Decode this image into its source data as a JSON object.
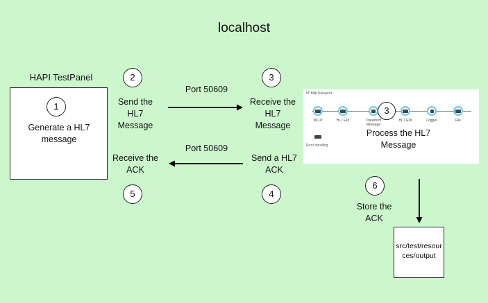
{
  "title": "localhost",
  "panel": {
    "heading": "HAPI TestPanel",
    "step": "1",
    "text": "Generate a HL7 message"
  },
  "send": {
    "step": "2",
    "text": "Send the HL7 Message",
    "port": "Port 50609"
  },
  "receive": {
    "step": "3",
    "text": "Receive the HL7 Message"
  },
  "flow": {
    "title": "hl7MllpTransport",
    "nodes": [
      "MLLP",
      "HL7 EDI",
      "Transform Message",
      "HL7 EDI",
      "Logger",
      "File"
    ],
    "error": "Error handling",
    "step": "3",
    "text": "Process the HL7 Message"
  },
  "send_ack": {
    "step": "4",
    "text": "Send a HL7 ACK"
  },
  "receive_ack": {
    "step": "5",
    "text": "Receive the ACK",
    "port": "Port 50609"
  },
  "store": {
    "step": "6",
    "text": "Store the ACK"
  },
  "output": {
    "path": "src/test/resources/output"
  },
  "colors": {
    "background": "#ccf7cc",
    "node_ring": "#66c9ea"
  }
}
